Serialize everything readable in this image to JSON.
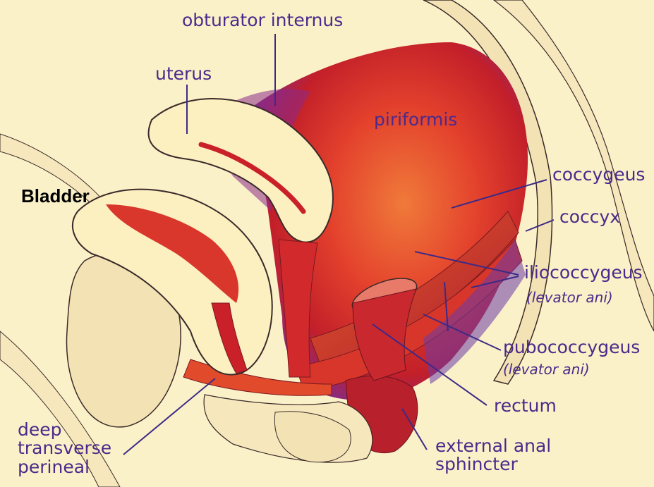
{
  "labels": {
    "obturator_internus": "obturator internus",
    "uterus": "uterus",
    "piriformis": "piriformis",
    "bladder": "Bladder",
    "coccygeus": "coccygeus",
    "coccyx": "coccyx",
    "iliococcygeus": "iliococcygeus",
    "iliococcygeus_sub": "(levator ani)",
    "pubococcygeus": "pubococcygeus",
    "pubococcygeus_sub": "(levator ani)",
    "rectum": "rectum",
    "external_anal_sphincter_1": "external anal",
    "external_anal_sphincter_2": "sphincter",
    "deep_transverse_perineal_1": "deep",
    "deep_transverse_perineal_2": "transverse",
    "deep_transverse_perineal_3": "perineal"
  },
  "colors": {
    "background": "#fbf1c8",
    "label_text": "#4b2a8c",
    "leader_line": "#3d2a86",
    "muscle_red": "#c9202a",
    "muscle_orange": "#e8572a",
    "shadow_purple": "#7a2a8a",
    "organ_fill": "#fcefc0"
  }
}
